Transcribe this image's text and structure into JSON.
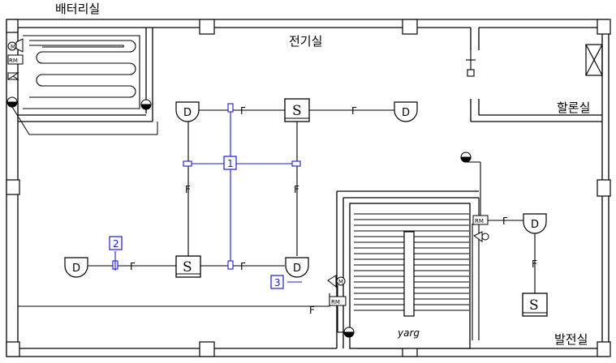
{
  "rooms": {
    "battery": "배터리실",
    "electrical": "전기실",
    "halon": "할론실",
    "generator": "발전실"
  },
  "symbols": {
    "detector": "D",
    "smoke": "S",
    "flow": "F",
    "control": "RM",
    "motor": "M"
  },
  "markers": [
    "1",
    "2",
    "3"
  ],
  "stair_note": "yarg",
  "colors": {
    "line": "#000000",
    "blue_line": "#1a1ad6"
  }
}
